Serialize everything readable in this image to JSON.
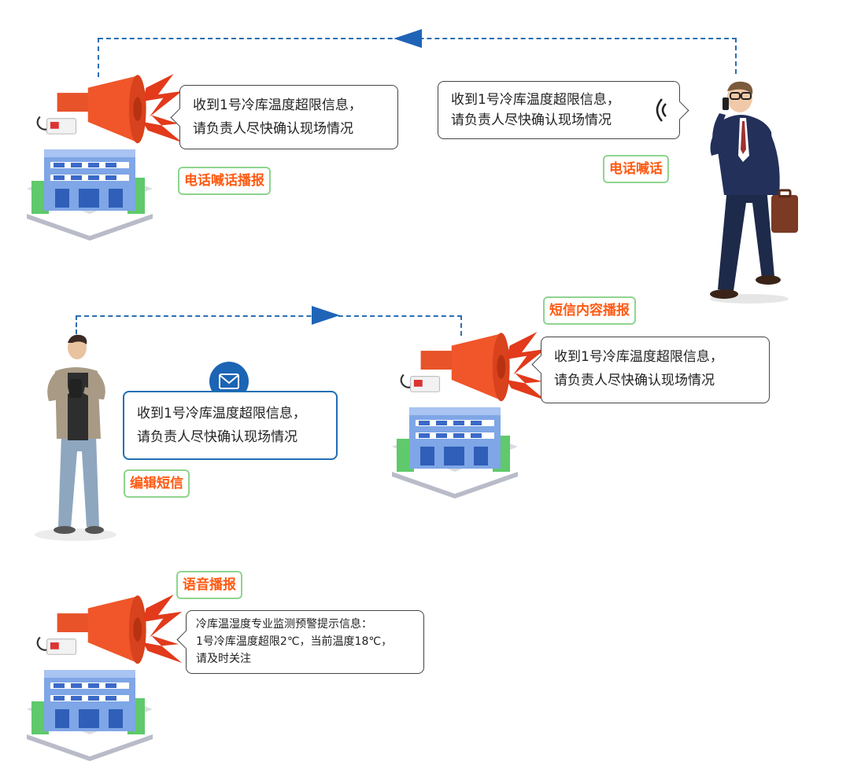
{
  "messages": {
    "top_left_line1": "收到1号冷库温度超限信息，",
    "top_left_line2": "请负责人尽快确认现场情况",
    "top_right_line1": "收到1号冷库温度超限信息，",
    "top_right_line2": "请负责人尽快确认现场情况",
    "sms_line1": "收到1号冷库温度超限信息，",
    "sms_line2": "请负责人尽快确认现场情况",
    "mid_right_line1": "收到1号冷库温度超限信息，",
    "mid_right_line2": "请负责人尽快确认现场情况",
    "voice_line1": "冷库温湿度专业监测预警提示信息：",
    "voice_line2": "1号冷库温度超限2℃，当前温度18℃，",
    "voice_line3": "请及时关注"
  },
  "tags": {
    "phone_broadcast": "电话喊话播报",
    "phone_call": "电话喊话",
    "sms_broadcast": "短信内容播报",
    "edit_sms": "编辑短信",
    "voice_broadcast": "语音播报"
  },
  "colors": {
    "flow_line": "#2a6fb3",
    "tag_text": "#ff5a12",
    "tag_border": "#8fd48f",
    "speaker": "#f0562a",
    "mail_circle": "#1c64b4"
  },
  "icons": [
    "loudspeaker-icon",
    "building-icon",
    "businessman-figure",
    "man-with-phone-figure",
    "mail-icon",
    "sound-wave-icon",
    "arrow-left-icon",
    "arrow-right-icon"
  ]
}
